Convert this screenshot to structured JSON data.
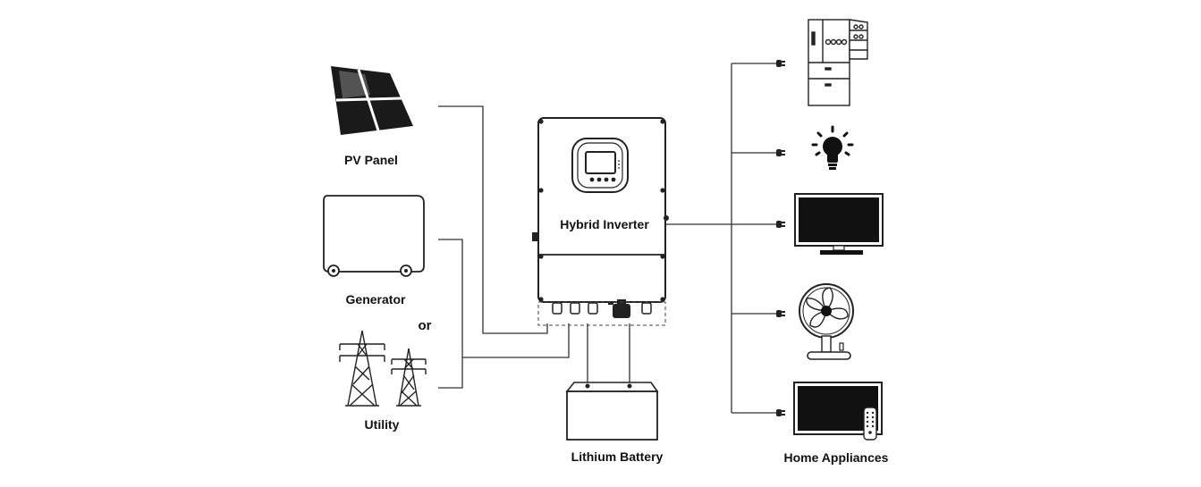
{
  "labels": {
    "pv_panel": "PV Panel",
    "generator": "Generator",
    "or": "or",
    "utility": "Utility",
    "inverter": "Hybrid Inverter",
    "battery": "Lithium Battery",
    "home_appliances": "Home Appliances"
  },
  "icons": {
    "pv": "solar-panel-icon",
    "generator": "generator-icon",
    "utility": "power-tower-icon",
    "inverter": "hybrid-inverter-icon",
    "battery": "battery-icon",
    "fridge": "refrigerator-icon",
    "bulb": "light-bulb-icon",
    "monitor": "monitor-icon",
    "fan": "fan-icon",
    "tv": "television-icon",
    "plug": "plug-icon"
  },
  "colors": {
    "line": "#333333",
    "dark": "#111111",
    "background": "#ffffff"
  }
}
